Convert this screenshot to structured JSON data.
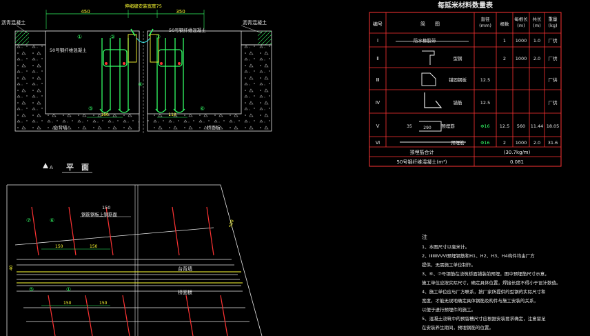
{
  "colors": {
    "background": "#000000",
    "line_white": "#e8e8e8",
    "line_green": "#33ff66",
    "line_yellow": "#ffff33",
    "line_red": "#ff3333",
    "line_cyan": "#33ffff"
  },
  "section": {
    "top_dim": "伸缩缝安装宽度75",
    "left_dim": "450",
    "right_dim": "350",
    "asphalt_left": "沥青混凝土",
    "asphalt_right": "沥青混凝土",
    "concrete_left": "50号钢纤维混凝土",
    "concrete_right": "50号钢纤维混凝土",
    "label_bottom_left": "台背墙",
    "label_bottom_right": "桥面板",
    "dim_bottom_left": "160",
    "dim_bottom_right": "110",
    "markers": [
      "①",
      "②",
      "③",
      "④",
      "⑤",
      "⑥"
    ]
  },
  "plan": {
    "title": "平　面",
    "label_a": "A",
    "dim_top": "150",
    "dim_mid_1": "150",
    "dim_mid_2": "150",
    "dim_low_1": "150",
    "dim_low_2": "150",
    "note_line": "钢筋钢板上钢筋面",
    "label_abutment": "台背墙",
    "label_deck": "桥面板",
    "side_dim": "500",
    "left_dim": "40",
    "markers": [
      "⑦",
      "⑥",
      "⑤",
      "①"
    ]
  },
  "table": {
    "title": "每延米材料数量表",
    "headers": [
      "编号",
      "简　　图",
      "直径\n(mm)",
      "根数",
      "每根长\n(m)",
      "共长\n(m)",
      "重量\n(kg)"
    ],
    "rows": [
      {
        "no": "Ⅰ",
        "desc": "防水橡胶带",
        "d": "",
        "n": "1",
        "len": "1000",
        "total": "1.0",
        "w": "厂供"
      },
      {
        "no": "Ⅱ",
        "desc": "型钢",
        "d": "",
        "n": "2",
        "len": "1000",
        "total": "2.0",
        "w": "厂供"
      },
      {
        "no": "Ⅲ",
        "desc": "锚固钢板",
        "d": "12.5",
        "n": "",
        "len": "",
        "total": "",
        "w": "厂供"
      },
      {
        "no": "Ⅳ",
        "desc": "锚筋",
        "d": "12.5",
        "n": "",
        "len": "",
        "total": "",
        "w": "厂供"
      },
      {
        "no": "Ⅴ",
        "desc": "预埋筋",
        "d": "Φ16",
        "n": "12.5",
        "len": "560",
        "total": "11.44",
        "w": "18.05",
        "dim": "290",
        "pre": "35"
      },
      {
        "no": "Ⅵ",
        "desc": "预埋筋",
        "d": "Φ16",
        "n": "2",
        "len": "1000",
        "total": "2.0",
        "w": "31.6"
      }
    ],
    "total_label": "预埋筋合计",
    "total_value": "(30.7kg/m)",
    "concrete_label": "50号钢纤维混凝土(m³)",
    "concrete_value": "0.081"
  },
  "notes": {
    "heading": "注",
    "lines": [
      "1、本图尺寸以毫米计。",
      "2、ⅠⅡⅢⅣⅤⅥ预埋钢筋和H1、H2、H3、H4构件均由厂方",
      "   提供，无需施工单位制作。",
      "3、⑥、⑦号钢筋在浇筑桥面铺装前预埋，图中预埋筋尺寸示意，",
      "   施工单位应按实际尺寸，确定具体位置，焊接长度不得小于设计数值。",
      "4、施工单位应与厂方联系，按厂家所提供的型钢的实际尺寸和",
      "   宽度，才能无误地确定具体钢筋及构件与施工安装的关系，",
      "   以便于进行预埋件的施工。",
      "5、混凝土浇筑中的预留槽尺寸应根据安装要求确定，注意留足",
      "   在安装养生期间，预埋钢筋的位置。"
    ]
  }
}
